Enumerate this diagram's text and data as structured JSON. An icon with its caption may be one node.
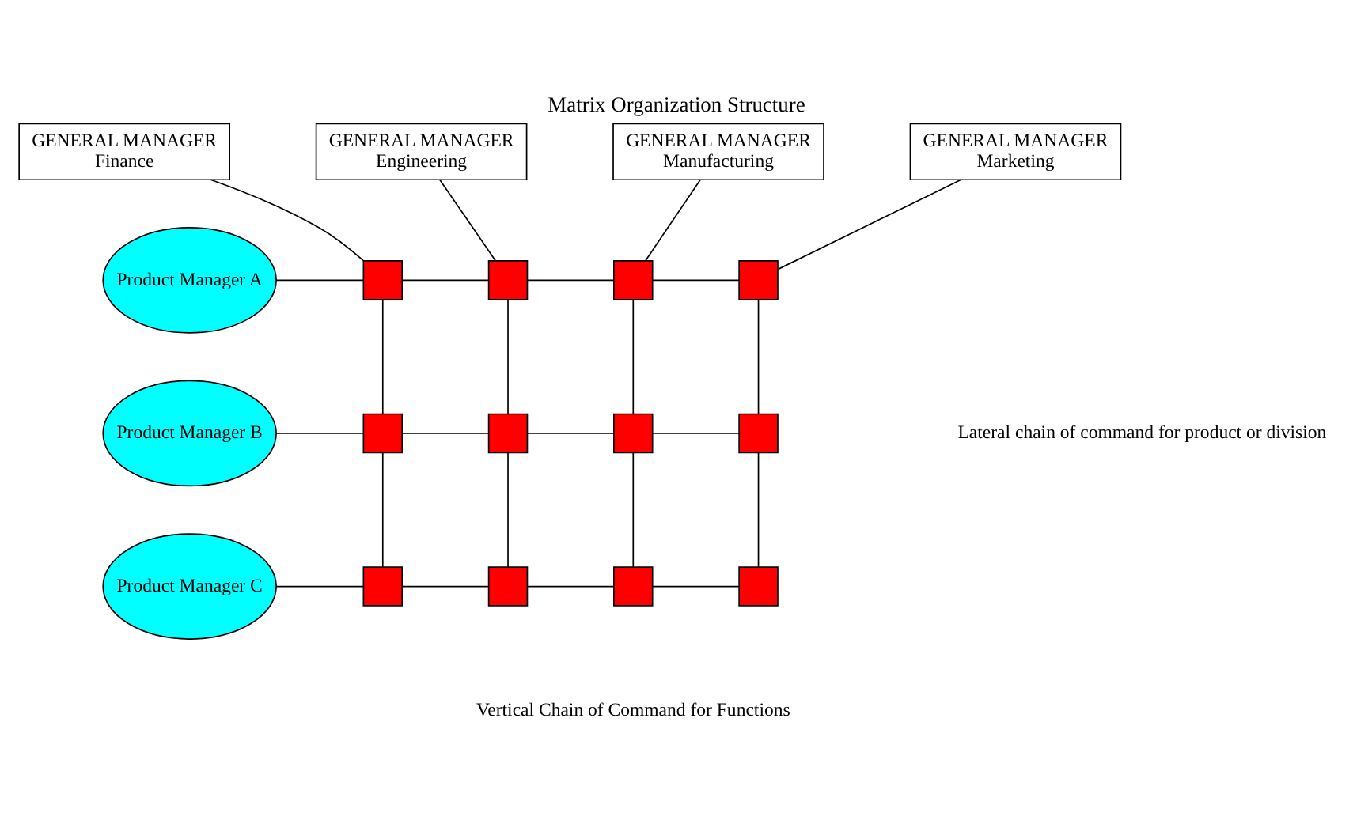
{
  "diagram": {
    "title": "Matrix Organization Structure",
    "nodes": [
      {
        "text": [
          "GENERAL MANAGER",
          "Finance"
        ]
      },
      {
        "text": [
          "GENERAL MANAGER",
          "Engineering"
        ]
      },
      {
        "text": [
          "GENERAL MANAGER",
          "Manufacturing"
        ]
      },
      {
        "text": [
          "GENERAL MANAGER",
          "Marketing"
        ]
      },
      {
        "text": [
          "Product Manager A"
        ]
      },
      {
        "text": [],
        "shape": "box"
      },
      {
        "text": [],
        "shape": "box"
      },
      {
        "text": [],
        "shape": "box"
      },
      {
        "text": [],
        "shape": "box"
      },
      {
        "text": [
          "Product Manager B"
        ]
      },
      {
        "text": [],
        "shape": "box"
      },
      {
        "text": [],
        "shape": "box"
      },
      {
        "text": [],
        "shape": "box"
      },
      {
        "text": [],
        "shape": "box"
      },
      {
        "text": [
          "Product Manager C"
        ]
      },
      {
        "text": [],
        "shape": "box"
      },
      {
        "text": [],
        "shape": "box"
      },
      {
        "text": [],
        "shape": "box"
      },
      {
        "text": [],
        "shape": "box"
      }
    ],
    "edges": [
      {
        "from": 0,
        "to": 5,
        "arrow": "none"
      },
      {
        "from": 5,
        "to": 10,
        "arrow": "none"
      },
      {
        "from": 10,
        "to": 15,
        "arrow": "none"
      },
      {
        "from": 1,
        "to": 6,
        "arrow": "none"
      },
      {
        "from": 6,
        "to": 11,
        "arrow": "none"
      },
      {
        "from": 11,
        "to": 16,
        "arrow": "none"
      },
      {
        "from": 2,
        "to": 7,
        "arrow": "none"
      },
      {
        "from": 7,
        "to": 12,
        "arrow": "none"
      },
      {
        "from": 12,
        "to": 17,
        "arrow": "none"
      },
      {
        "from": 3,
        "to": 8,
        "arrow": "none"
      },
      {
        "from": 8,
        "to": 13,
        "arrow": "none"
      },
      {
        "from": 13,
        "to": 18,
        "arrow": "none"
      },
      {
        "from": 4,
        "to": 5,
        "arrow": "none"
      },
      {
        "from": 5,
        "to": 6,
        "arrow": "none"
      },
      {
        "from": 6,
        "to": 7,
        "arrow": "none"
      },
      {
        "from": 7,
        "to": 8,
        "arrow": "none"
      },
      {
        "from": 9,
        "to": 10,
        "arrow": "none"
      },
      {
        "from": 10,
        "to": 11,
        "arrow": "none"
      },
      {
        "from": 11,
        "to": 12,
        "arrow": "none"
      },
      {
        "from": 12,
        "to": 13,
        "arrow": "none"
      },
      {
        "from": 14,
        "to": 15,
        "arrow": "none"
      },
      {
        "from": 15,
        "to": 16,
        "arrow": "none"
      },
      {
        "from": 16,
        "to": 17,
        "arrow": "none"
      },
      {
        "from": 17,
        "to": 18,
        "arrow": "none"
      }
    ],
    "labels": [
      "Lateral chain of command for product or division",
      "Vertical Chain of Command for Functions"
    ]
  }
}
